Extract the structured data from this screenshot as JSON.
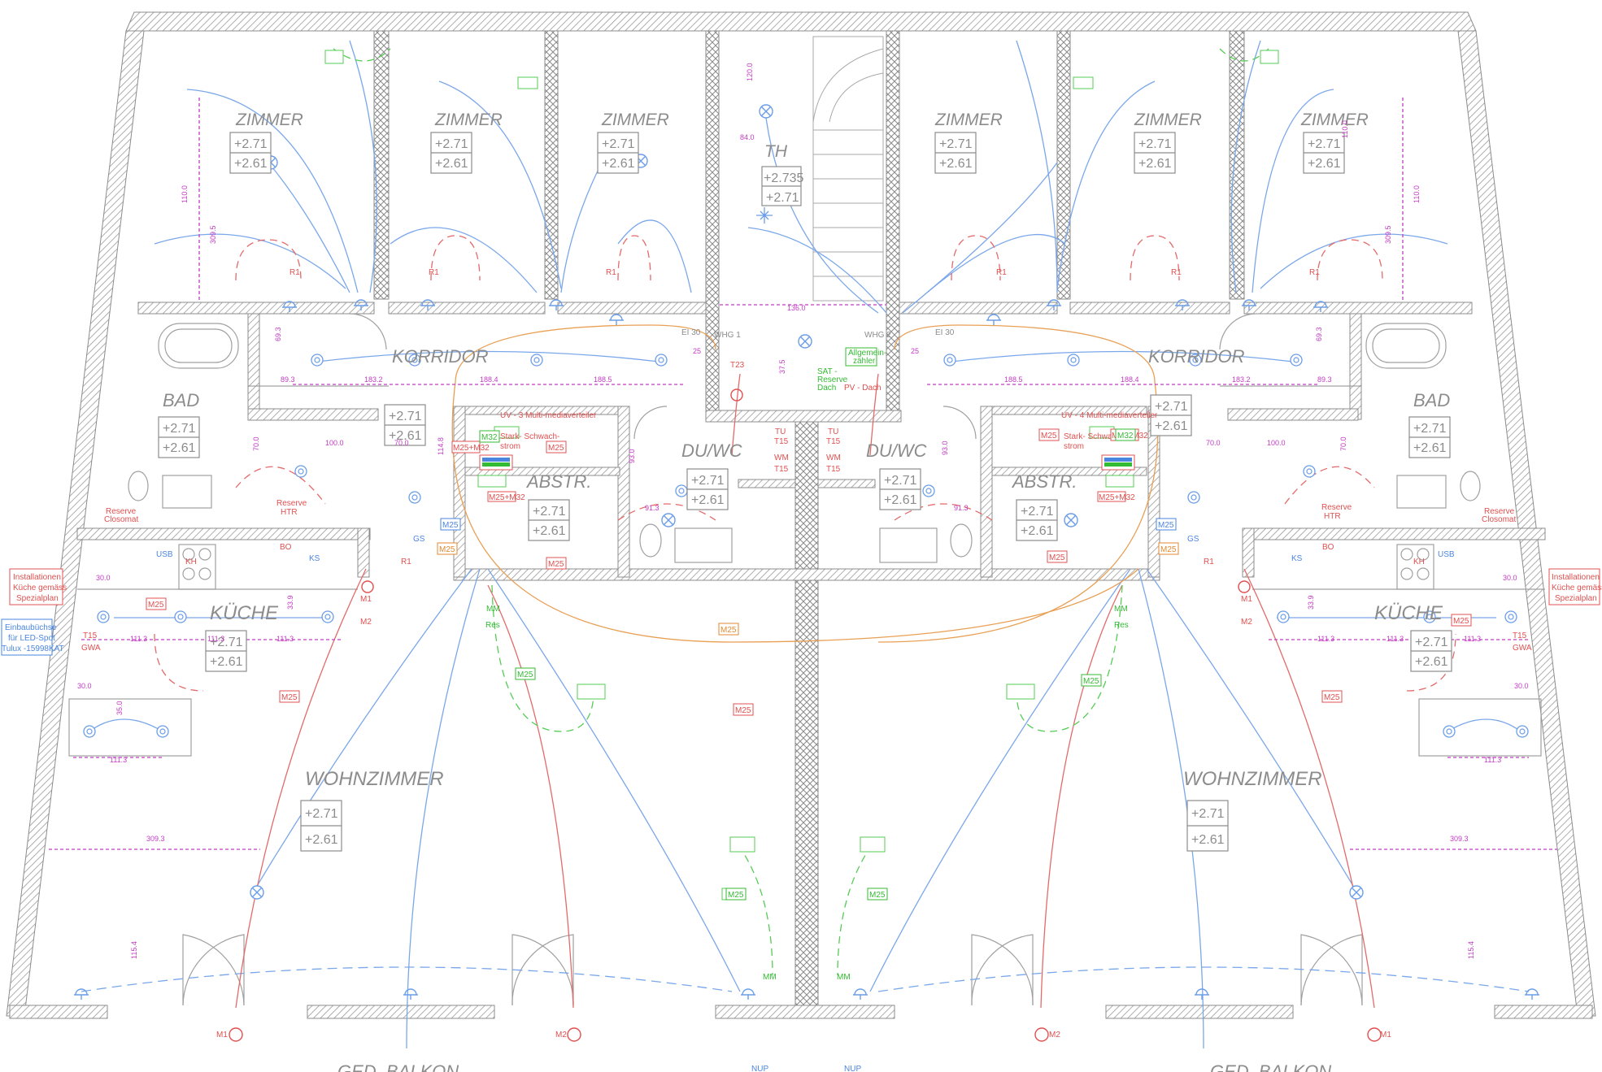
{
  "units": {
    "whg1": "WHG 1",
    "whg2": "WHG 2"
  },
  "rooms": {
    "zimmer": "ZIMMER",
    "bad": "BAD",
    "korridor": "KORRIDOR",
    "kueche": "KÜCHE",
    "wohnzimmer": "WOHNZIMMER",
    "du_wc": "DU/WC",
    "abstr": "ABSTR.",
    "th": "TH",
    "balkon": "GED. BALKON"
  },
  "levels": {
    "upper": "+2.71",
    "lower": "+2.61",
    "th_upper": "+2.735"
  },
  "fire": "EI 30",
  "dimensions": {
    "d136": "136.0",
    "d1884": "188.4",
    "d1885": "188.5",
    "d1832": "183.2",
    "d893": "89.3",
    "d1113": "111.3",
    "d3093": "309.3",
    "d1154": "115.4",
    "d3095": "309.5",
    "d1100": "110.0",
    "d1000": "100.0",
    "d700": "70.0",
    "d300": "30.0",
    "d913": "91.3",
    "d930": "93.0",
    "d1148": "114.8",
    "d840": "84.0",
    "d1200": "120.0",
    "d693": "69.3",
    "d339": "33.9",
    "d350": "35.0",
    "d375": "37.5",
    "d250": "25"
  },
  "labels": {
    "uv3": "UV - 3 Multi-mediaverteiler",
    "uv4": "UV - 4 Multi-mediaverteiler",
    "stark": "Stark- Schwach-",
    "strom": "strom",
    "install1": "Installationen",
    "install2": "Küche gemäss",
    "install3": "Spezialplan",
    "einbau1": "Einbaubüchse",
    "einbau2": "für LED-Spot",
    "einbau3": "Tulux -15998KAT",
    "allg1": "Allgemein-",
    "allg2": "zähler",
    "sat1": "SAT -",
    "sat2": "Reserve",
    "sat3": "Dach",
    "pv": "PV - Dach",
    "reserve1": "Reserve",
    "reserve2": "HTR",
    "reserve3": "Closomat",
    "nup": "NUP",
    "m25": "M25",
    "m25m32": "M25+M32",
    "m32": "M32",
    "mm": "MM",
    "res": "Res",
    "m1": "M1",
    "m2": "M2",
    "t23": "T23",
    "t15": "T15",
    "tu": "TU",
    "wm": "WM",
    "gs": "GS",
    "r1": "R1",
    "usb": "USB",
    "gwa": "GWA",
    "kh": "KH",
    "bo": "BO",
    "ks": "KS",
    "ts": "T15"
  },
  "colors": {
    "wall": "#8c8c8c",
    "blue": "#4a86e0",
    "red": "#e05050",
    "green": "#33bb33",
    "magenta": "#c23cc2",
    "orange": "#e08a30"
  }
}
